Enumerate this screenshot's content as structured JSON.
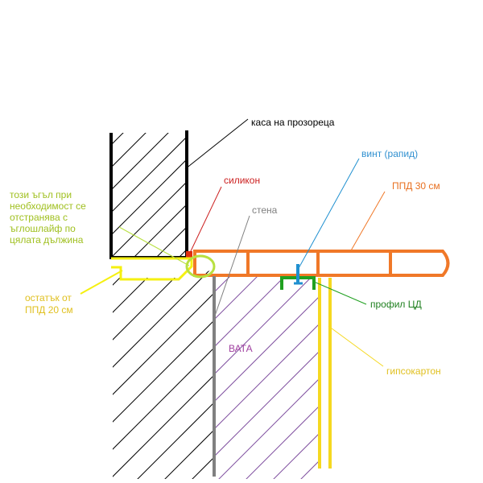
{
  "labels": {
    "window_frame": "каса на прозореца",
    "silicone": "силикон",
    "wall": "стена",
    "screw": "винт (рапид)",
    "ppd30": "ППД 30 см",
    "corner_note": [
      "този ъгъл при",
      "необходимост се",
      "отстранява с",
      "ъглошлайф по",
      "цялата дължина"
    ],
    "ppd20": [
      "остатък от",
      "ППД 20 см"
    ],
    "profile": "профил ЦД",
    "insulation": "ВАТА",
    "drywall": "гипсокартон"
  },
  "colors": {
    "frame": "#000000",
    "wall": "#808080",
    "hatch": "#000000",
    "ppd30": "#f07828",
    "profile": "#20a020",
    "screw": "#2090d0",
    "drywall": "#f5d820",
    "ppd20": "#f5f010",
    "corner_ring": "#b8e040",
    "silicone": "#e03010",
    "insulation_hatch": "#8050a0",
    "label_black": "#000000",
    "label_red": "#cc2020",
    "label_grey": "#808080",
    "label_blue": "#3090d0",
    "label_orange": "#e87020",
    "label_green": "#208020",
    "label_yellowgreen": "#a0c020",
    "label_yellow": "#e0c020",
    "label_purple": "#a040a0"
  }
}
